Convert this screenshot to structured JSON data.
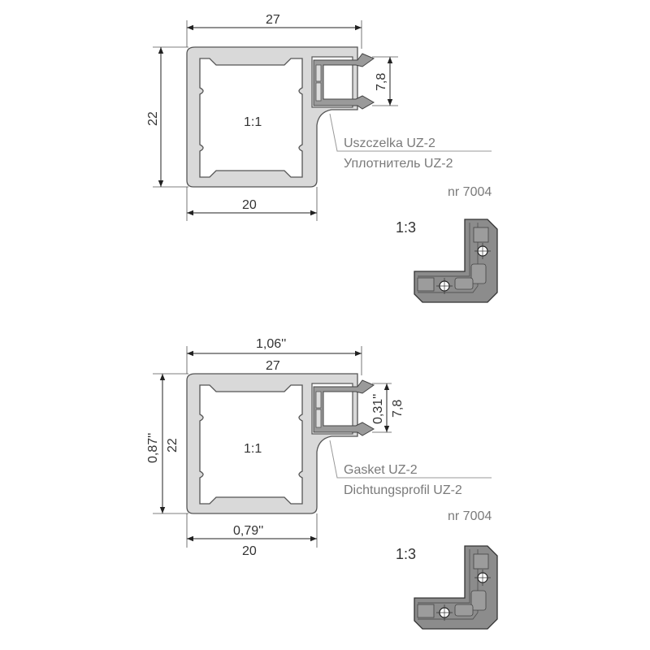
{
  "metric": {
    "width": "27",
    "height": "22",
    "bottom_width": "20",
    "gasket_height": "7,8",
    "scale": "1:1",
    "label_pl": "Uszczelka UZ-2",
    "label_ru": "Уплотнитель UZ-2",
    "part_number": "nr 7004",
    "corner_scale": "1:3"
  },
  "imperial": {
    "width_in": "1,06''",
    "width": "27",
    "height_in": "0,87''",
    "height": "22",
    "bottom_width_in": "0,79''",
    "bottom_width": "20",
    "gasket_height_in": "0,31''",
    "gasket_height": "7,8",
    "scale": "1:1",
    "label_en": "Gasket UZ-2",
    "label_de": "Dichtungsprofil UZ-2",
    "part_number": "nr 7004",
    "corner_scale": "1:3"
  },
  "colors": {
    "profile": "#d9d9d9",
    "gasket": "#9a9a9a",
    "corner": "#8c8c8c"
  }
}
